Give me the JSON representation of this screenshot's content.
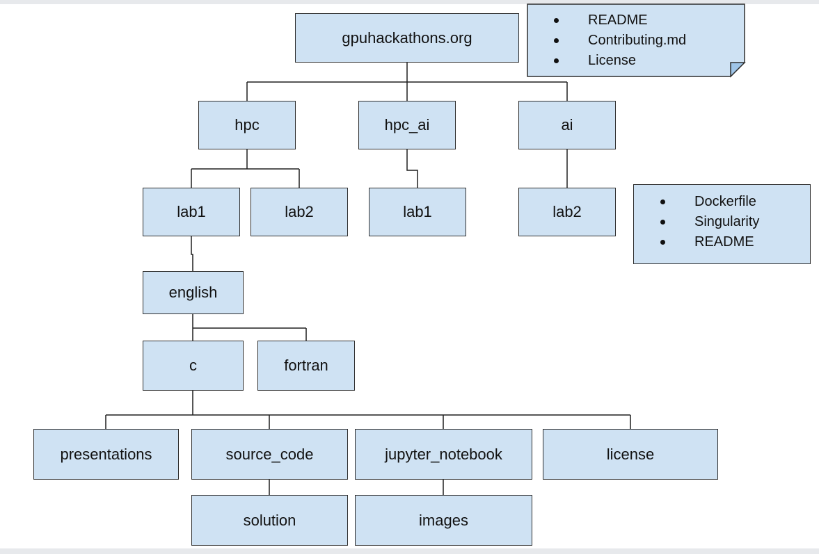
{
  "diagram": {
    "nodes": [
      {
        "label": "gpuhackathons.org"
      },
      {
        "label": "hpc"
      },
      {
        "label": "hpc_ai"
      },
      {
        "label": "ai"
      },
      {
        "label": "lab1"
      },
      {
        "label": "lab2"
      },
      {
        "label": "lab1"
      },
      {
        "label": "lab2"
      },
      {
        "label": "english"
      },
      {
        "label": "c"
      },
      {
        "label": "fortran"
      },
      {
        "label": "presentations"
      },
      {
        "label": "source_code"
      },
      {
        "label": "jupyter_notebook"
      },
      {
        "label": "license"
      },
      {
        "label": "solution"
      },
      {
        "label": "images"
      }
    ],
    "root_note": {
      "items": [
        "README",
        "Contributing.md",
        "License"
      ]
    },
    "container_note": {
      "items": [
        "Dockerfile",
        "Singularity",
        "README"
      ]
    },
    "colors": {
      "box_fill": "#cfe2f3",
      "box_border": "#2e2e2e",
      "connector": "#1f1f1f",
      "fold_fill": "#9fc5e8"
    }
  }
}
